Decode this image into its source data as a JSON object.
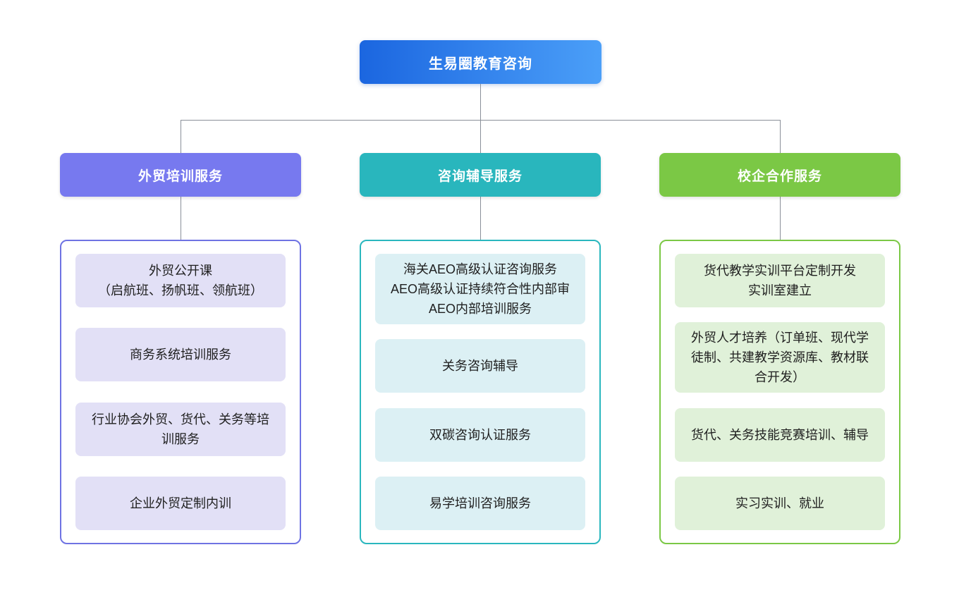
{
  "root": {
    "label": "生易圈教育咨询"
  },
  "colors": {
    "root_gradient_start": "#1b66e0",
    "root_gradient_end": "#4b9ff8",
    "connector": "#8a8f99"
  },
  "branches": [
    {
      "label": "外贸培训服务",
      "header_color": "#7779ef",
      "border_color": "#6f73e3",
      "item_bg": "#e2e0f6",
      "items": [
        {
          "lines": [
            "外贸公开课",
            "（启航班、扬帆班、领航班）"
          ]
        },
        {
          "lines": [
            "商务系统培训服务"
          ]
        },
        {
          "lines": [
            "行业协会外贸、货代、关务等培训服务"
          ]
        },
        {
          "lines": [
            "企业外贸定制内训"
          ]
        }
      ]
    },
    {
      "label": "咨询辅导服务",
      "header_color": "#29b6bd",
      "border_color": "#2ab7be",
      "item_bg": "#dcf0f4",
      "items": [
        {
          "lines": [
            "海关AEO高级认证咨询服务",
            "AEO高级认证持续符合性内部审",
            "AEO内部培训服务"
          ]
        },
        {
          "lines": [
            "关务咨询辅导"
          ]
        },
        {
          "lines": [
            "双碳咨询认证服务"
          ]
        },
        {
          "lines": [
            "易学培训咨询服务"
          ]
        }
      ]
    },
    {
      "label": "校企合作服务",
      "header_color": "#7bc845",
      "border_color": "#7bc845",
      "item_bg": "#e0f1d9",
      "items": [
        {
          "lines": [
            "货代教学实训平台定制开发",
            "实训室建立"
          ]
        },
        {
          "lines": [
            "外贸人才培养（订单班、现代学徒制、共建教学资源库、教材联合开发）"
          ]
        },
        {
          "lines": [
            "货代、关务技能竞赛培训、辅导"
          ]
        },
        {
          "lines": [
            "实习实训、就业"
          ]
        }
      ]
    }
  ]
}
